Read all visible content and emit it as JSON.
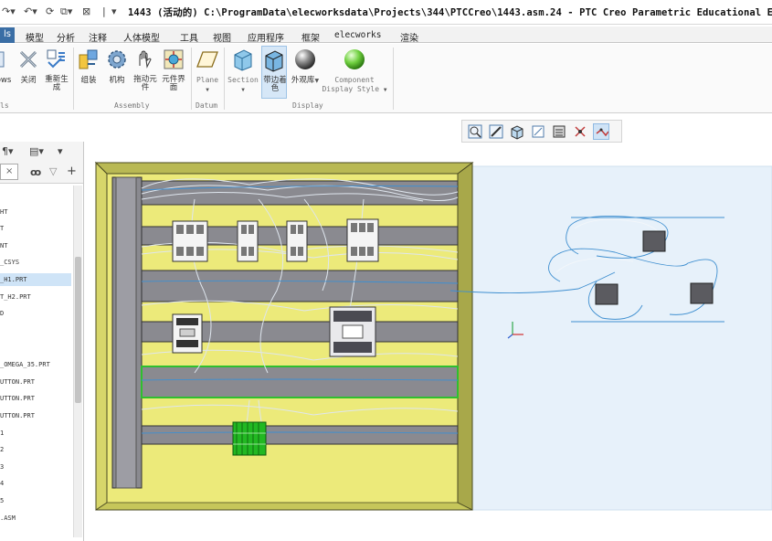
{
  "window": {
    "title": "1443 (活动的) C:\\ProgramData\\elecworksdata\\Projects\\344\\PTCCreo\\1443.asm.24 - PTC Creo Parametric Educational Editi"
  },
  "quick_access": {
    "menu_glyph": "▾"
  },
  "tabs": [
    {
      "label": "ls",
      "active": true
    },
    {
      "label": "模型"
    },
    {
      "label": "分析"
    },
    {
      "label": "注释"
    },
    {
      "label": "人体模型"
    },
    {
      "label": "工具"
    },
    {
      "label": "视图"
    },
    {
      "label": "应用程序"
    },
    {
      "label": "框架"
    },
    {
      "label": "elecworks"
    },
    {
      "label": "渲染"
    }
  ],
  "ribbon": {
    "buttons": {
      "windows": "ows",
      "close": "关闭",
      "regenerate": "重新生成",
      "assemble": "组装",
      "mechanism": "机构",
      "drag_components": "拖动元件",
      "component_interface": "元件界面",
      "plane": "Plane",
      "section": "Section",
      "shaded_edges": "带边着色",
      "appearance_library": "外观库",
      "component_display_style_1": "Component",
      "component_display_style_2": "Display Style"
    },
    "groups": {
      "window": "ls",
      "assembly": "Assembly",
      "datum": "Datum",
      "display": "Display"
    }
  },
  "tree": {
    "items": [
      {
        "text": "HT"
      },
      {
        "text": "T"
      },
      {
        "text": "NT"
      },
      {
        "text": "_CSYS"
      },
      {
        "text": "_H1.PRT",
        "selected": true
      },
      {
        "text": "T_H2.PRT"
      },
      {
        "text": "D"
      },
      {
        "text": "_OMEGA_35.PRT"
      },
      {
        "text": "UTTON.PRT"
      },
      {
        "text": "UTTON.PRT"
      },
      {
        "text": "UTTON.PRT"
      },
      {
        "text": "1"
      },
      {
        "text": "2"
      },
      {
        "text": "3"
      },
      {
        "text": "4"
      },
      {
        "text": "5"
      },
      {
        "text": ".ASM"
      }
    ]
  },
  "colors": {
    "accent_tab": "#3a6ea5",
    "panel_yellow": "#ecea7a",
    "panel_frame": "#c6c65a",
    "rail_gray": "#8a8a90",
    "component_white": "#f4f4f4",
    "terminal_green": "#22b822",
    "background_pane": "#e7f1fa",
    "selection": "#cfe4f7"
  }
}
